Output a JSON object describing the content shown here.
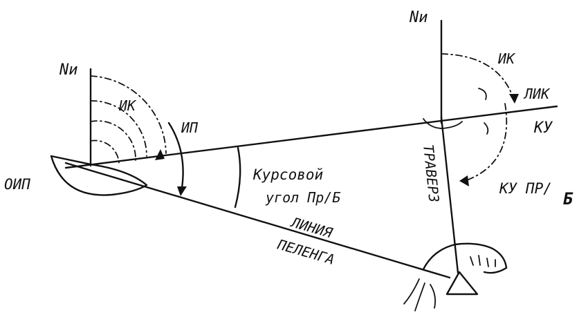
{
  "labels": {
    "north_left": "Nи",
    "north_right": "Nи",
    "ik_left": "ИК",
    "ik_right": "ИК",
    "ip": "ИП",
    "oip": "ОИП",
    "lik": "ЛИК",
    "ku": "КУ",
    "course_angle_line1": "Курсовой",
    "course_angle_line2": "угол Пр/Б",
    "traverse": "ТРАВЕРЗ",
    "ku_pr_b_main": "КУ ПР/",
    "ku_pr_b_sub": "Б",
    "bearing_line1": "ЛИНИЯ",
    "bearing_line2": "ПЕЛЕНГА"
  }
}
